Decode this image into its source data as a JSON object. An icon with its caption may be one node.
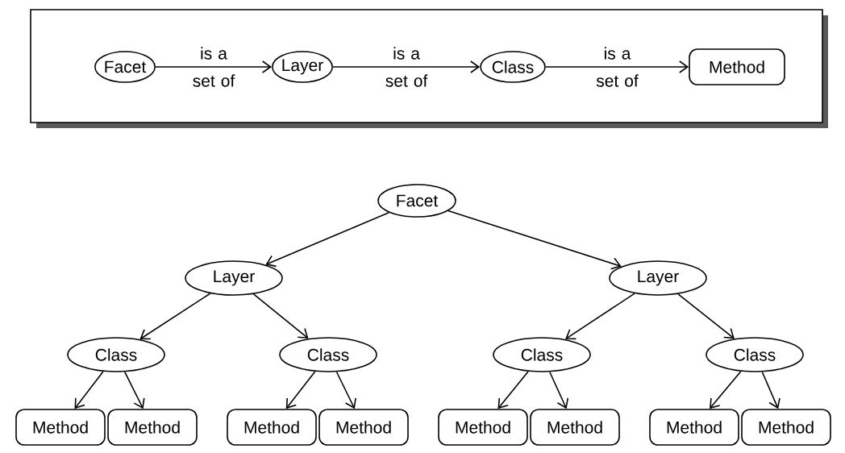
{
  "diagram": {
    "nodes": [
      {
        "text": [],
        "shape": "box"
      },
      {
        "text": [
          "Facet"
        ],
        "in": 0
      },
      {
        "text": [
          "Layer"
        ],
        "in": 0
      },
      {
        "text": [
          "Class"
        ],
        "in": 0
      },
      {
        "text": [
          "Method"
        ],
        "in": 0
      },
      {
        "text": [
          "Facet"
        ]
      },
      {
        "text": [
          "Layer"
        ]
      },
      {
        "text": [
          "Layer"
        ]
      },
      {
        "text": [
          "Class"
        ]
      },
      {
        "text": [
          "Class"
        ]
      },
      {
        "text": [
          "Class"
        ]
      },
      {
        "text": [
          "Class"
        ]
      },
      {
        "text": [
          "Method"
        ]
      },
      {
        "text": [
          "Method"
        ]
      },
      {
        "text": [
          "Method"
        ]
      },
      {
        "text": [
          "Method"
        ]
      },
      {
        "text": [
          "Method"
        ]
      },
      {
        "text": [
          "Method"
        ]
      },
      {
        "text": [
          "Method"
        ]
      },
      {
        "text": [
          "Method"
        ]
      }
    ],
    "edges": [
      {
        "from": 1,
        "to": 2,
        "arrow": "to",
        "label": "is a set of"
      },
      {
        "from": 2,
        "to": 3,
        "arrow": "to",
        "label": "is a set of"
      },
      {
        "from": 3,
        "to": 4,
        "arrow": "to",
        "label": "is a set of"
      },
      {
        "from": 5,
        "to": 6,
        "arrow": "to"
      },
      {
        "from": 5,
        "to": 7,
        "arrow": "to"
      },
      {
        "from": 6,
        "to": 8,
        "arrow": "to"
      },
      {
        "from": 6,
        "to": 9,
        "arrow": "to"
      },
      {
        "from": 7,
        "to": 10,
        "arrow": "to"
      },
      {
        "from": 7,
        "to": 11,
        "arrow": "to"
      },
      {
        "from": 8,
        "to": 12,
        "arrow": "to"
      },
      {
        "from": 8,
        "to": 13,
        "arrow": "to"
      },
      {
        "from": 9,
        "to": 14,
        "arrow": "to"
      },
      {
        "from": 9,
        "to": 15,
        "arrow": "to"
      },
      {
        "from": 10,
        "to": 16,
        "arrow": "to"
      },
      {
        "from": 10,
        "to": 17,
        "arrow": "to"
      },
      {
        "from": 11,
        "to": 18,
        "arrow": "to"
      },
      {
        "from": 11,
        "to": 19,
        "arrow": "to"
      }
    ]
  }
}
